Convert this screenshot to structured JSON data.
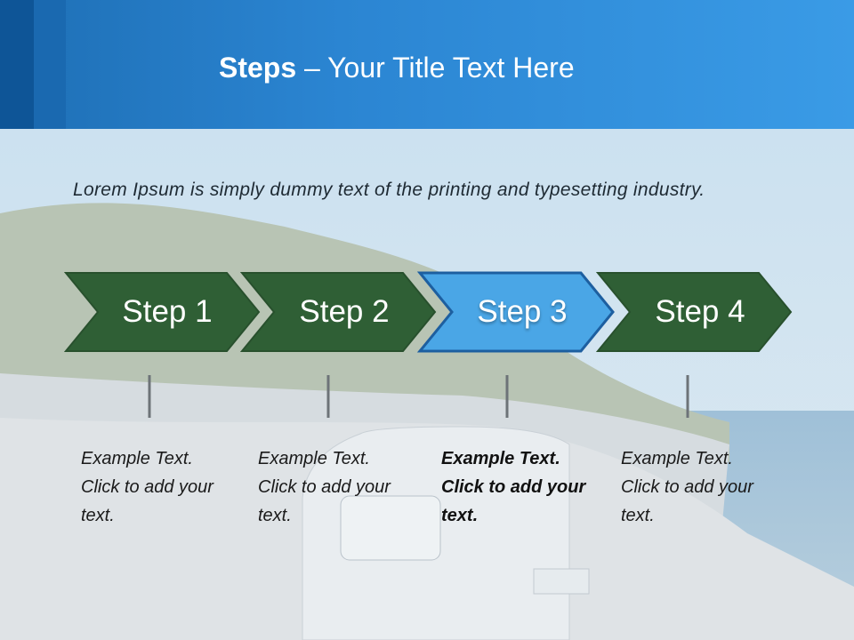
{
  "title": {
    "bold": "Steps",
    "rest": " – Your Title Text Here"
  },
  "lead": "Lorem Ipsum is simply dummy text of the printing and typesetting industry.",
  "colors": {
    "header": "#2b85d2",
    "step": "#2f5f35",
    "step_active": "#4aa6e6"
  },
  "steps": [
    {
      "label": "Step 1",
      "text": "Example Text. Click  to add your text.",
      "active": false
    },
    {
      "label": "Step 2",
      "text": "Example Text. Click  to add your text.",
      "active": false
    },
    {
      "label": "Step 3",
      "text": "Example Text. Click  to add your text.",
      "active": true
    },
    {
      "label": "Step 4",
      "text": "Example Text. Click  to add your text.",
      "active": false
    }
  ]
}
